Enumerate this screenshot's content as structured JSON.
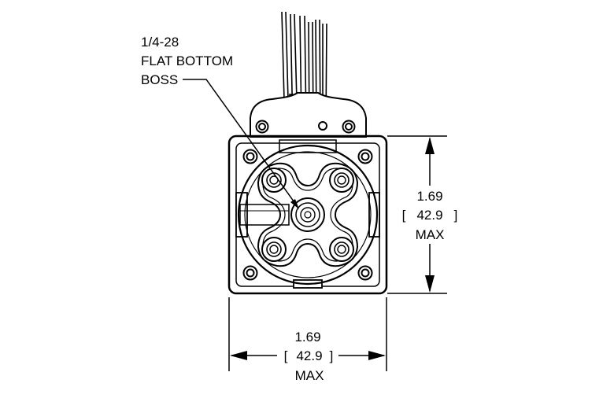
{
  "callout": {
    "line1": "1/4-28",
    "line2": "FLAT BOTTOM",
    "line3": "BOSS"
  },
  "dim_height": {
    "inch": "1.69",
    "mm_open": "[",
    "mm": "42.9",
    "mm_close": "]",
    "qualifier": "MAX"
  },
  "dim_width": {
    "inch": "1.69",
    "mm_open": "[",
    "mm": "42.9",
    "mm_close": "]",
    "qualifier": "MAX"
  }
}
